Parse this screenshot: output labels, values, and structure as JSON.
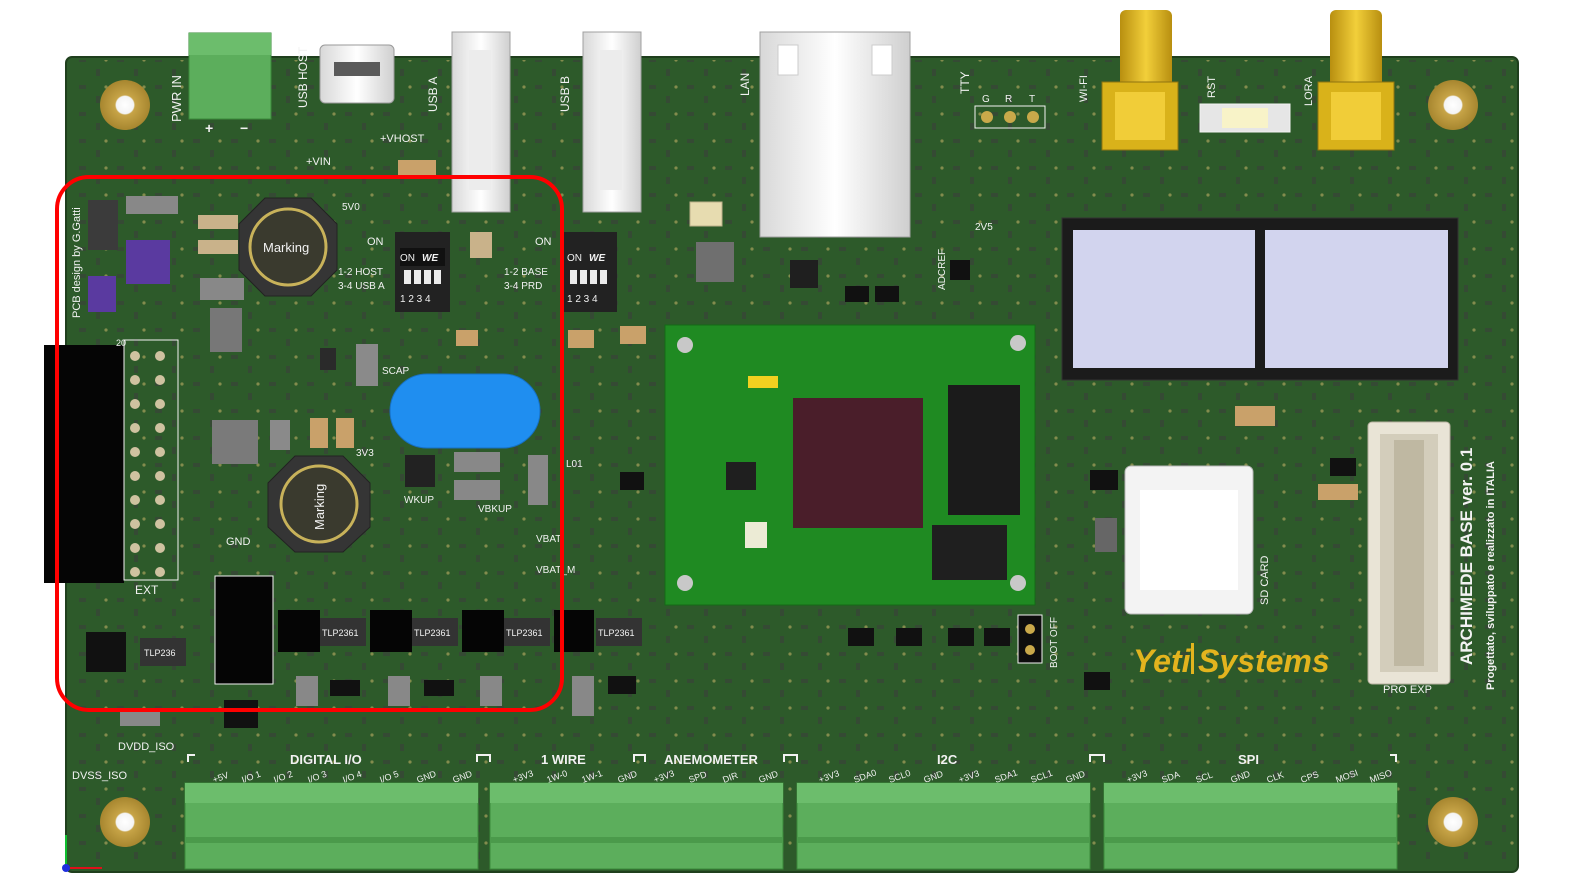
{
  "silkscreen": {
    "connectors_top": {
      "pwr_in": "PWR IN",
      "plus": "+",
      "minus": "−",
      "usb_host": "USB HOST",
      "usb_a": "USB A",
      "usb_b": "USB B",
      "lan": "LAN",
      "tty": "TTY",
      "tty_pins": [
        "G",
        "R",
        "T"
      ],
      "wifi": "WI-FI",
      "rst": "RST",
      "lora": "LORA"
    },
    "misc": {
      "vhost": "+VHOST",
      "vin": "+VIN",
      "five_v": "5V0",
      "three_v": "3V3",
      "scap": "SCAP",
      "pcb_design": "PCB design by G.Gatti",
      "ext": "EXT",
      "ext_pin": "20",
      "gnd": "GND",
      "wkup": "WKUP",
      "vbkup": "VBKUP",
      "vbat": "VBAT",
      "vbat_m": "VBAT_M",
      "l01": "L01",
      "dvdd_iso": "DVDD_ISO",
      "dvss_iso": "DVSS_ISO",
      "boot_off": "BOOT OFF",
      "sd_card": "SD CARD",
      "pro_exp": "PRO EXP",
      "adcref": "ADCREF",
      "v25": "2V5"
    },
    "inductors": [
      "Marking",
      "Marking"
    ],
    "dip_left": {
      "on": "ON",
      "legend": [
        "1-2 HOST",
        "3-4 USB A"
      ],
      "switch_on": "ON",
      "brand": "WE",
      "numbers": "1 2 3 4"
    },
    "dip_right": {
      "on": "ON",
      "legend": [
        "1-2 BASE",
        "3-4 PRD"
      ],
      "switch_on": "ON",
      "brand": "WE",
      "numbers": "1 2 3 4"
    },
    "optocouplers": [
      "TLP236",
      "TLP2361",
      "TLP2361",
      "TLP2361",
      "TLP2361"
    ],
    "board_name": "ARCHIMEDE BASE ver. 0.1",
    "board_sub": "Progettato, sviluppato e realizzato in ITALIA",
    "logo": {
      "part1": "Yeti",
      "part2": "Systems"
    },
    "groups": [
      "DIGITAL I/O",
      "1 WIRE",
      "ANEMOMETER",
      "I2C",
      "SPI"
    ],
    "pins": {
      "digital_io": [
        "+5V",
        "I/O 1",
        "I/O 2",
        "I/O 3",
        "I/O 4",
        "I/O 5",
        "GND",
        "GND"
      ],
      "wire_anemo": [
        "+3V3",
        "1W-0",
        "1W-1",
        "GND",
        "+3V3",
        "SPD",
        "DIR",
        "GND"
      ],
      "i2c": [
        "+3V3",
        "SDA0",
        "SCL0",
        "GND",
        "+3V3",
        "SDA1",
        "SCL1",
        "GND"
      ],
      "spi": [
        "+3V3",
        "SDA",
        "SCL",
        "GND",
        "CLK",
        "CPS",
        "MOSI",
        "MISO"
      ]
    }
  },
  "colors": {
    "board": "#2d5a2a",
    "silkscreen": "#f2f2f2",
    "highlight": "#ff0000",
    "terminal": "#5cae5c",
    "som": "#1f8a22",
    "gold": "#d9b21a",
    "blue_cell": "#1f8ef0",
    "logo": "#e3b41e"
  }
}
